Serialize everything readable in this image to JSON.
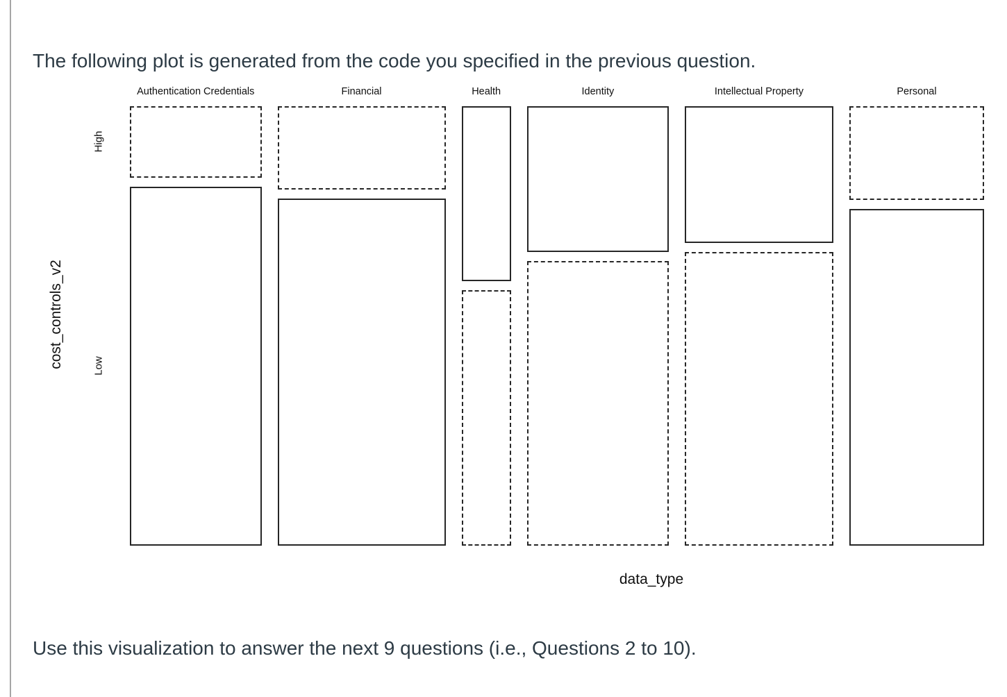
{
  "page": {
    "intro_text": "The following plot is generated from the code you specified in the previous question.",
    "outro_text": "Use this visualization to answer the next 9 questions (i.e., Questions 2 to 10).",
    "text_color": "#2d3b45",
    "divider_color": "#a6a6a6",
    "background_color": "#ffffff"
  },
  "chart_data": {
    "type": "mosaic",
    "title": "",
    "xlabel": "data_type",
    "ylabel": "cost_controls_v2",
    "row_categories": [
      "High",
      "Low"
    ],
    "line_color": "#262626",
    "legend": "none",
    "columns": [
      {
        "label": "Authentication Credentials",
        "width_share": 0.17,
        "high_share": 0.166,
        "high_border": "dashed",
        "low_border": "solid"
      },
      {
        "label": "Financial",
        "width_share": 0.217,
        "high_share": 0.194,
        "high_border": "dashed",
        "low_border": "solid"
      },
      {
        "label": "Health",
        "width_share": 0.064,
        "high_share": 0.407,
        "high_border": "solid",
        "low_border": "dashed"
      },
      {
        "label": "Identity",
        "width_share": 0.183,
        "high_share": 0.339,
        "high_border": "solid",
        "low_border": "dashed"
      },
      {
        "label": "Intellectual Property",
        "width_share": 0.192,
        "high_share": 0.317,
        "high_border": "solid",
        "low_border": "dashed"
      },
      {
        "label": "Personal",
        "width_share": 0.174,
        "high_share": 0.218,
        "high_border": "dashed",
        "low_border": "solid"
      }
    ]
  }
}
